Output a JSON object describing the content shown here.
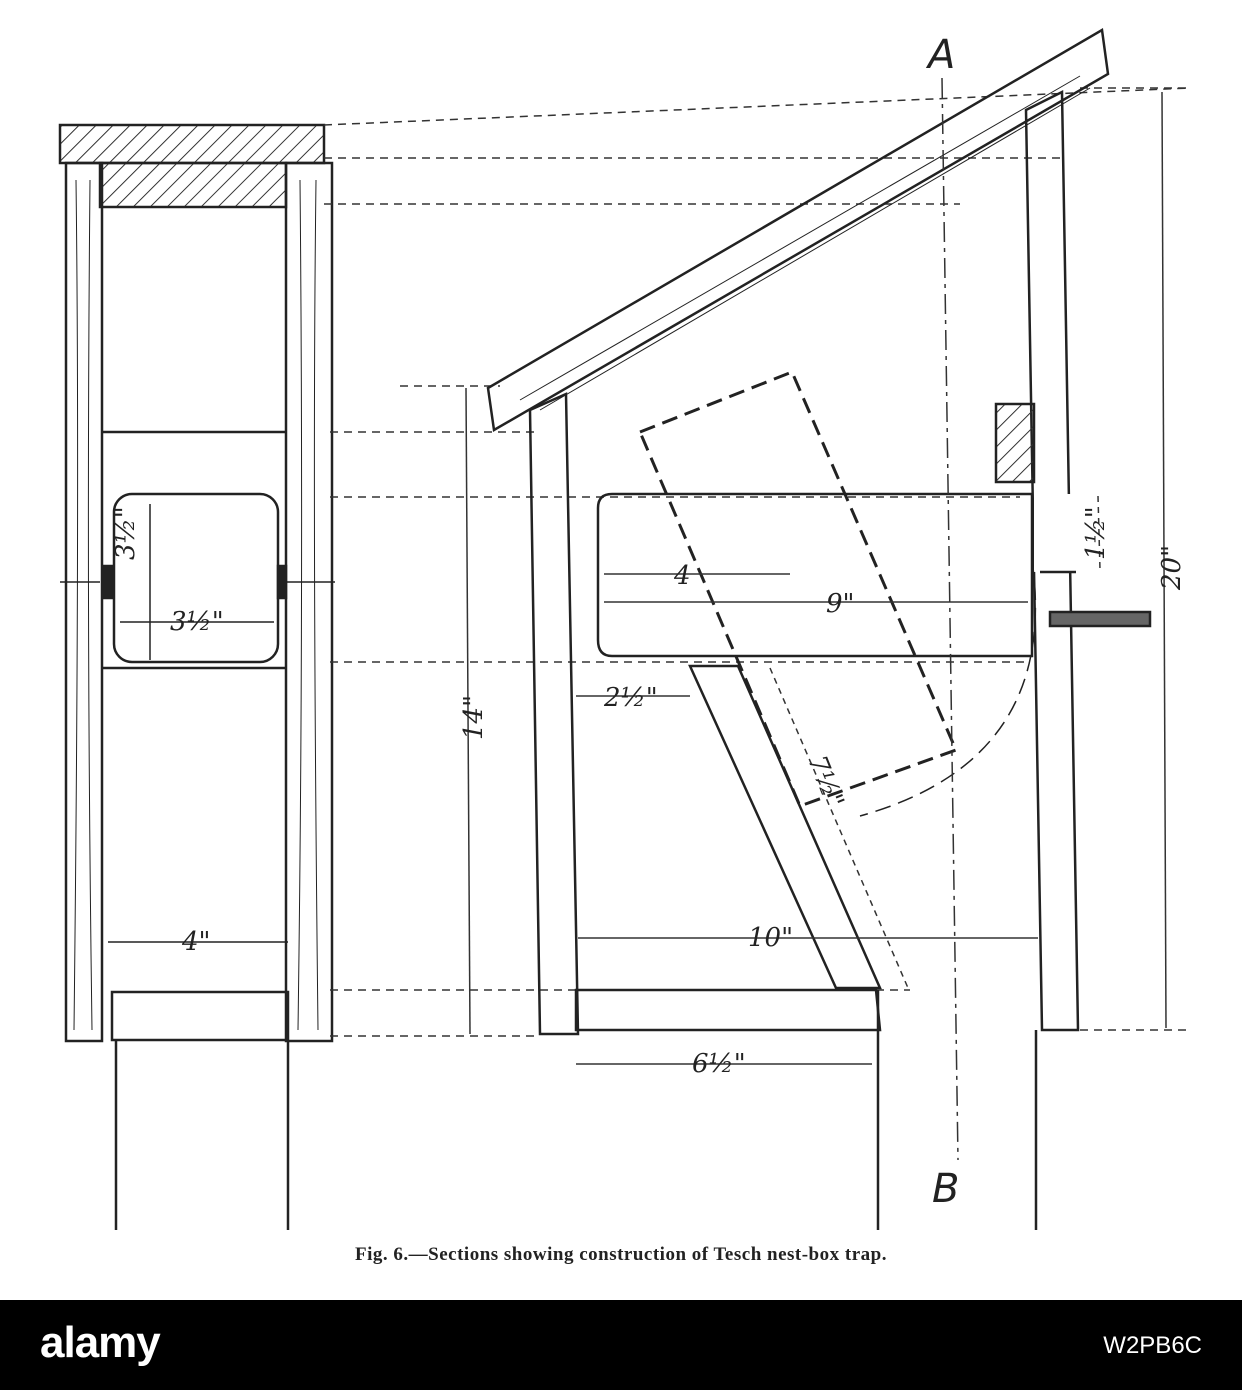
{
  "figure": {
    "caption": "Fig. 6.—Sections showing construction of Tesch nest-box trap.",
    "section_labels": {
      "top": "A",
      "bottom": "B"
    },
    "dimensions": {
      "front_opening_height": "3½\"",
      "front_opening_width": "3½\"",
      "front_inner_width": "4\"",
      "side_height": "14\"",
      "total_height": "20\"",
      "entrance_height": "1½\"",
      "perch_offset": "4",
      "tunnel_length": "9\"",
      "ramp_offset": "2½\"",
      "ramp_length": "7½\"",
      "floor_width": "10\"",
      "base_width": "6½\""
    }
  },
  "watermark": {
    "logo": "alamy",
    "image_id": "W2PB6C"
  },
  "colors": {
    "ink": "#222222",
    "paper": "#ffffff",
    "band": "#000000"
  }
}
